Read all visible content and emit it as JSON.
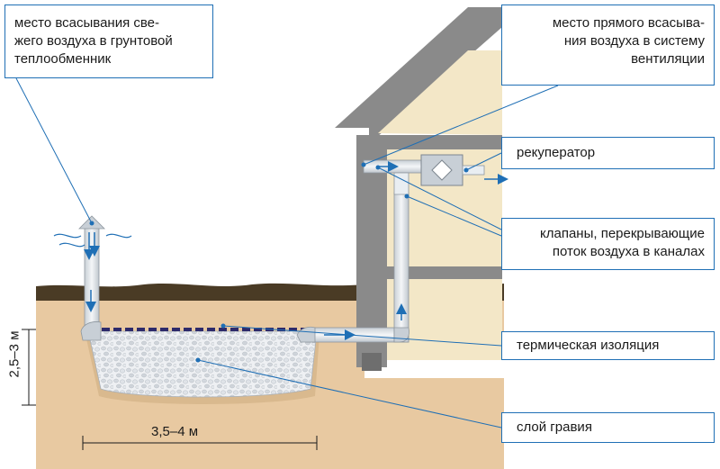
{
  "labels": {
    "fresh_air_intake": {
      "lines": [
        "место всасывания све-",
        "жего воздуха в грунтовой",
        "теплообменник"
      ]
    },
    "direct_intake": {
      "lines": [
        "место прямого всасыва-",
        "ния воздуха в систему",
        "вентиляции"
      ]
    },
    "recuperator": "рекуператор",
    "valves": {
      "lines": [
        "клапаны, перекрывающие",
        "поток воздуха в каналах"
      ]
    },
    "thermal_insulation": "термическая изоляция",
    "gravel_layer": "слой гравия"
  },
  "dimensions": {
    "width": "3,5–4 м",
    "depth": "2,5–3 м"
  },
  "colors": {
    "callout_border": "#1f6fb5",
    "house_wall": "#8a8a8a",
    "house_fill": "#f3e7c7",
    "soil": "#e8c9a1",
    "topsoil": "#4a3b25",
    "gravel": "#e3e6ea",
    "pipe": "#e9eef2",
    "insulation": "#2d2a6b",
    "arrow": "#1f6fb5"
  }
}
